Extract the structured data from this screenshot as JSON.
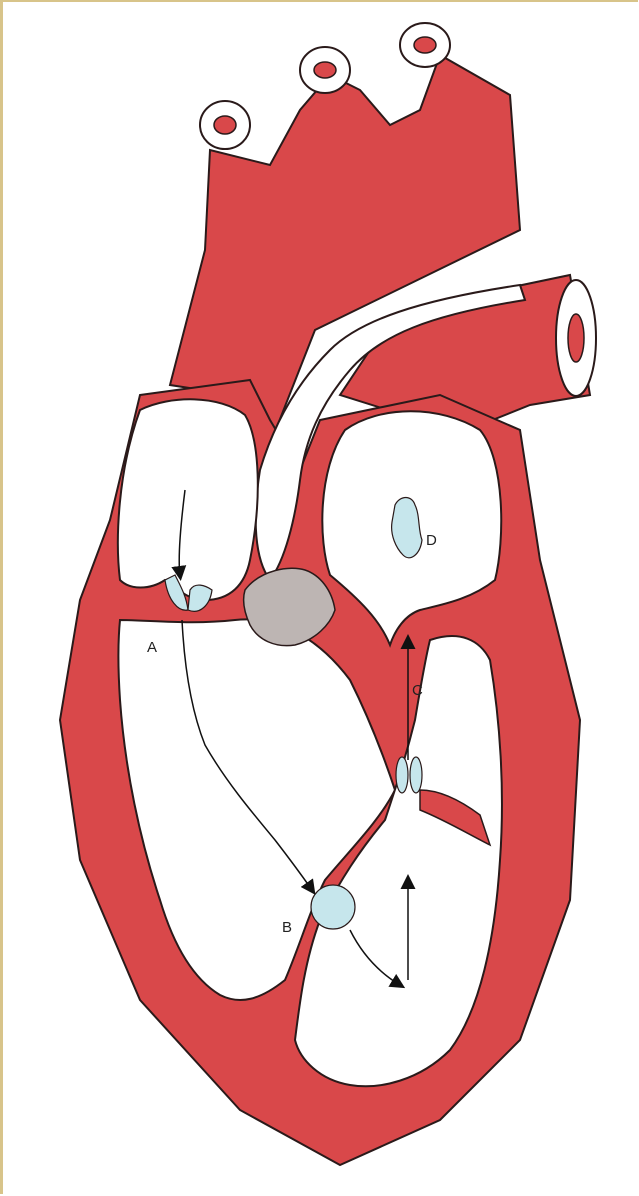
{
  "diagram": {
    "labels": {
      "a": "A",
      "b": "B",
      "c": "C",
      "d": "D"
    },
    "colors": {
      "muscle": "#d9484a",
      "outline": "#2a1a1a",
      "valve": "#c6e6ec",
      "septal_patch": "#bdb5b3",
      "chamber": "#ffffff"
    }
  }
}
